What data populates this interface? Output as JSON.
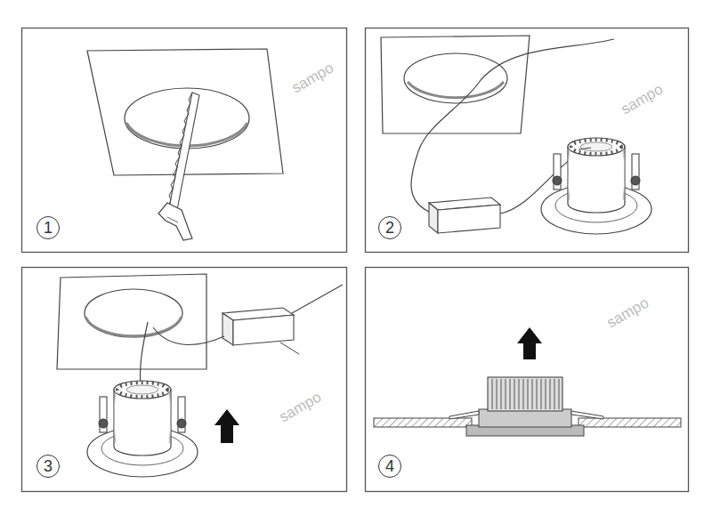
{
  "diagram": {
    "nodes": [
      {
        "text": [
          "1"
        ]
      },
      {
        "text": [
          "2"
        ]
      },
      {
        "text": [
          "3"
        ]
      },
      {
        "text": [
          "4"
        ]
      }
    ],
    "labels": [
      "sampo",
      "sampo",
      "sampo",
      "sampo"
    ]
  }
}
